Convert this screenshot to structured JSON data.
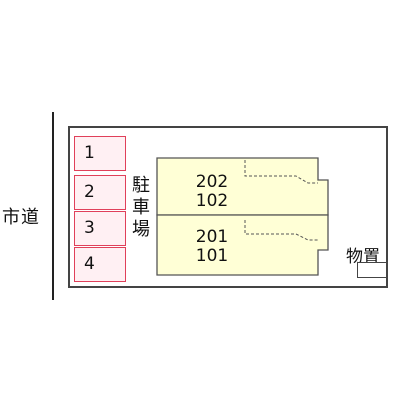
{
  "road": {
    "label": "市道"
  },
  "parking": {
    "label": [
      "駐",
      "車",
      "場"
    ],
    "spaces": [
      "1",
      "2",
      "3",
      "4"
    ]
  },
  "building": {
    "upper": {
      "top_unit": "202",
      "bottom_unit": "102"
    },
    "lower": {
      "top_unit": "201",
      "bottom_unit": "101"
    }
  },
  "storage": {
    "label": "物置"
  },
  "colors": {
    "parking_border": "#e0405a",
    "parking_fill": "#fff0f3",
    "building_fill": "#ffffd6",
    "outline": "#444444"
  }
}
